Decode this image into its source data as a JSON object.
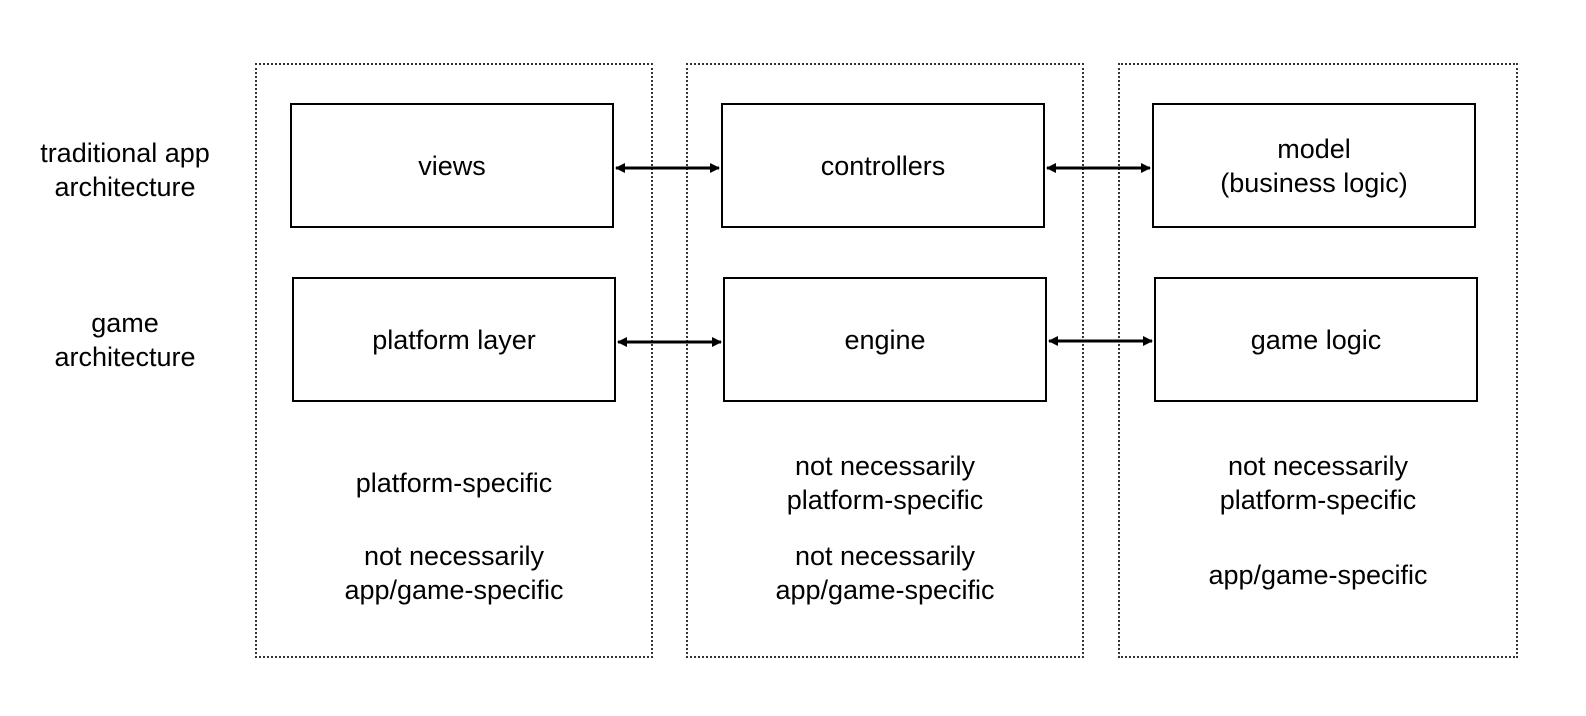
{
  "row_labels": {
    "traditional": [
      "traditional app",
      "architecture"
    ],
    "game": [
      "game",
      "architecture"
    ]
  },
  "boxes": {
    "views": [
      "views"
    ],
    "controllers": [
      "controllers"
    ],
    "model": [
      "model",
      "(business logic)"
    ],
    "platform_layer": [
      "platform layer"
    ],
    "engine": [
      "engine"
    ],
    "game_logic": [
      "game logic"
    ]
  },
  "notes": {
    "col1_a": [
      "platform-specific"
    ],
    "col1_b": [
      "not necessarily",
      "app/game-specific"
    ],
    "col2_a": [
      "not necessarily",
      "platform-specific"
    ],
    "col2_b": [
      "not necessarily",
      "app/game-specific"
    ],
    "col3_a": [
      "not necessarily",
      "platform-specific"
    ],
    "col3_b": [
      "app/game-specific"
    ]
  },
  "colors": {
    "line": "#000000",
    "dotted_border": "#333333",
    "background": "#ffffff"
  }
}
